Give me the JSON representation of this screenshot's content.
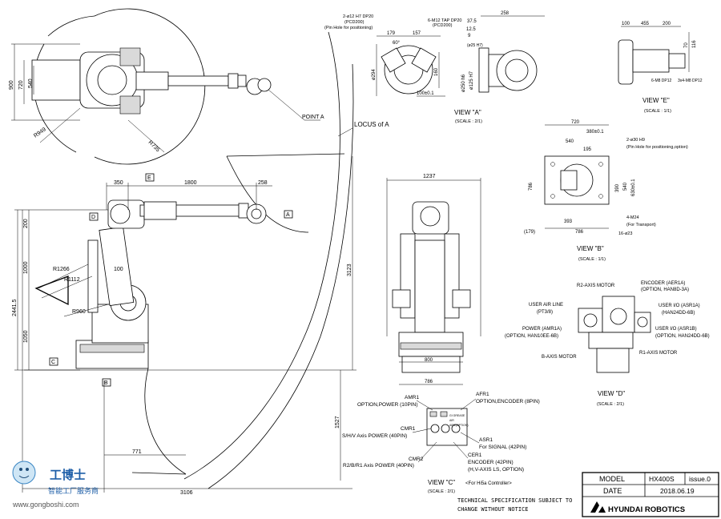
{
  "top_view": {
    "dim_900": "900",
    "dim_720": "720",
    "dim_540": "540",
    "r949": "R949",
    "r735": "R735",
    "point_a": "POINT A",
    "locus_a": "LOCUS of A"
  },
  "side_view": {
    "dim_350": "350",
    "dim_1800": "1800",
    "dim_258": "258",
    "dim_200": "200",
    "dim_1000": "1000",
    "dim_1050": "1050",
    "dim_2441": "2441.5",
    "r1266": "R1266",
    "r1112": "R1112",
    "r960": "R960",
    "dim_100": "100",
    "dim_3123": "3123",
    "dim_1527": "1527",
    "dim_771": "771",
    "dim_3106": "3106",
    "tag_a": "A",
    "tag_b": "B",
    "tag_c": "C",
    "tag_d": "D",
    "tag_e": "E"
  },
  "front_view": {
    "dim_1237": "1237",
    "dim_800": "800",
    "dim_786": "786"
  },
  "view_a": {
    "title": "VIEW \"A\"",
    "scale": "(SCALE : 2/1)",
    "note1": "2-ø12 H7 DP20",
    "note1b": "(PCD200)",
    "note1c": "(Pin Hole for positioning)",
    "note2": "6-M12 TAP DP20",
    "note2b": "(PCD200)",
    "d179": "179",
    "d157": "157",
    "d60": "60°",
    "d294": "ø294",
    "d160": "160",
    "d100": "100±0.1",
    "d258": "258",
    "d37": "37.5",
    "d12": "12.5",
    "d9": "9",
    "d25": "(ø25 H7)",
    "d250": "ø250 h6",
    "d125": "ø125 H7"
  },
  "view_e": {
    "title": "VIEW \"E\"",
    "scale": "(SCALE : 1/1)",
    "d100": "100",
    "d455": "455",
    "d200": "200",
    "d70": "70",
    "d116": "116",
    "n1": "6-M8 DP12",
    "n2": "3x4-M8 DP12"
  },
  "view_b": {
    "title": "VIEW \"B\"",
    "scale": "(SCALE : 1/1)",
    "d720": "720",
    "d380": "380±0.1",
    "d540": "540",
    "d195": "195",
    "d786v": "786",
    "d390": "390",
    "d540v": "540",
    "d630": "630±0.1",
    "d393": "393",
    "d786": "786",
    "d179": "(179)",
    "n1": "2-ø30 H9",
    "n1b": "(Pin Hole for positioning,option)",
    "n2": "4-M24",
    "n2b": "(For Transport)",
    "n3": "16-ø23"
  },
  "view_d": {
    "title": "VIEW \"D\"",
    "scale": "(SCALE : 2/1)",
    "r2": "R2-AXIS MOTOR",
    "encoder": "ENCODER (AER1A)",
    "encoder_b": "(OPTION, HAN8D-3A)",
    "air": "USER AIR LINE",
    "air_b": "(PT3/8)",
    "uio1": "USER I/O (ASR1A)",
    "uio1b": "(HAN24DD-6B)",
    "power": "POWER (AMR1A)",
    "power_b": "(OPTION, HAN10EE-6B)",
    "uio2": "USER I/O (ASR1B)",
    "uio2b": "(OPTION, HAN24DD-6B)",
    "bmotor": "B-AXIS MOTOR",
    "r1": "R1-AXIS MOTOR"
  },
  "view_c": {
    "title": "VIEW \"C\"",
    "scale": "(SCALE : 2/1)",
    "note": "<For Hi5a Controller>",
    "amr1": "AMR1",
    "amr1b": "OPTION,POWER (10PIN)",
    "afr1": "AFR1",
    "afr1b": "OPTION,ENCODER (8PIN)",
    "cmr1": "CMR1",
    "cmr1b": "S/H/V Axis POWER (40PIN)",
    "asr1": "ASR1",
    "asr1b": "For SIGNAL (42PIN)",
    "cmr2": "CMR2",
    "cmr2b": "R2/B/R1 Axis POWER (40PIN)",
    "cer1": "CER1",
    "cer1b": "ENCODER (42PIN)",
    "cer1c": "(H,V-AXIS LS, OPTION)",
    "grease": "GI GREASE",
    "air": "AIR",
    "air2": "AIR2(OPTION)"
  },
  "spec_note": {
    "line1": "TECHNICAL SPECIFICATION SUBJECT TO",
    "line2": "CHANGE WITHOUT NOTICE"
  },
  "title_block": {
    "model_label": "MODEL",
    "model_value": "HX400S",
    "issue": "issue.0",
    "date_label": "DATE",
    "date_value": "2018.06.19",
    "brand": "HYUNDAI ROBOTICS"
  },
  "watermark": {
    "name": "工博士",
    "tagline": "智能工厂服务商",
    "url": "www.gongboshi.com"
  }
}
